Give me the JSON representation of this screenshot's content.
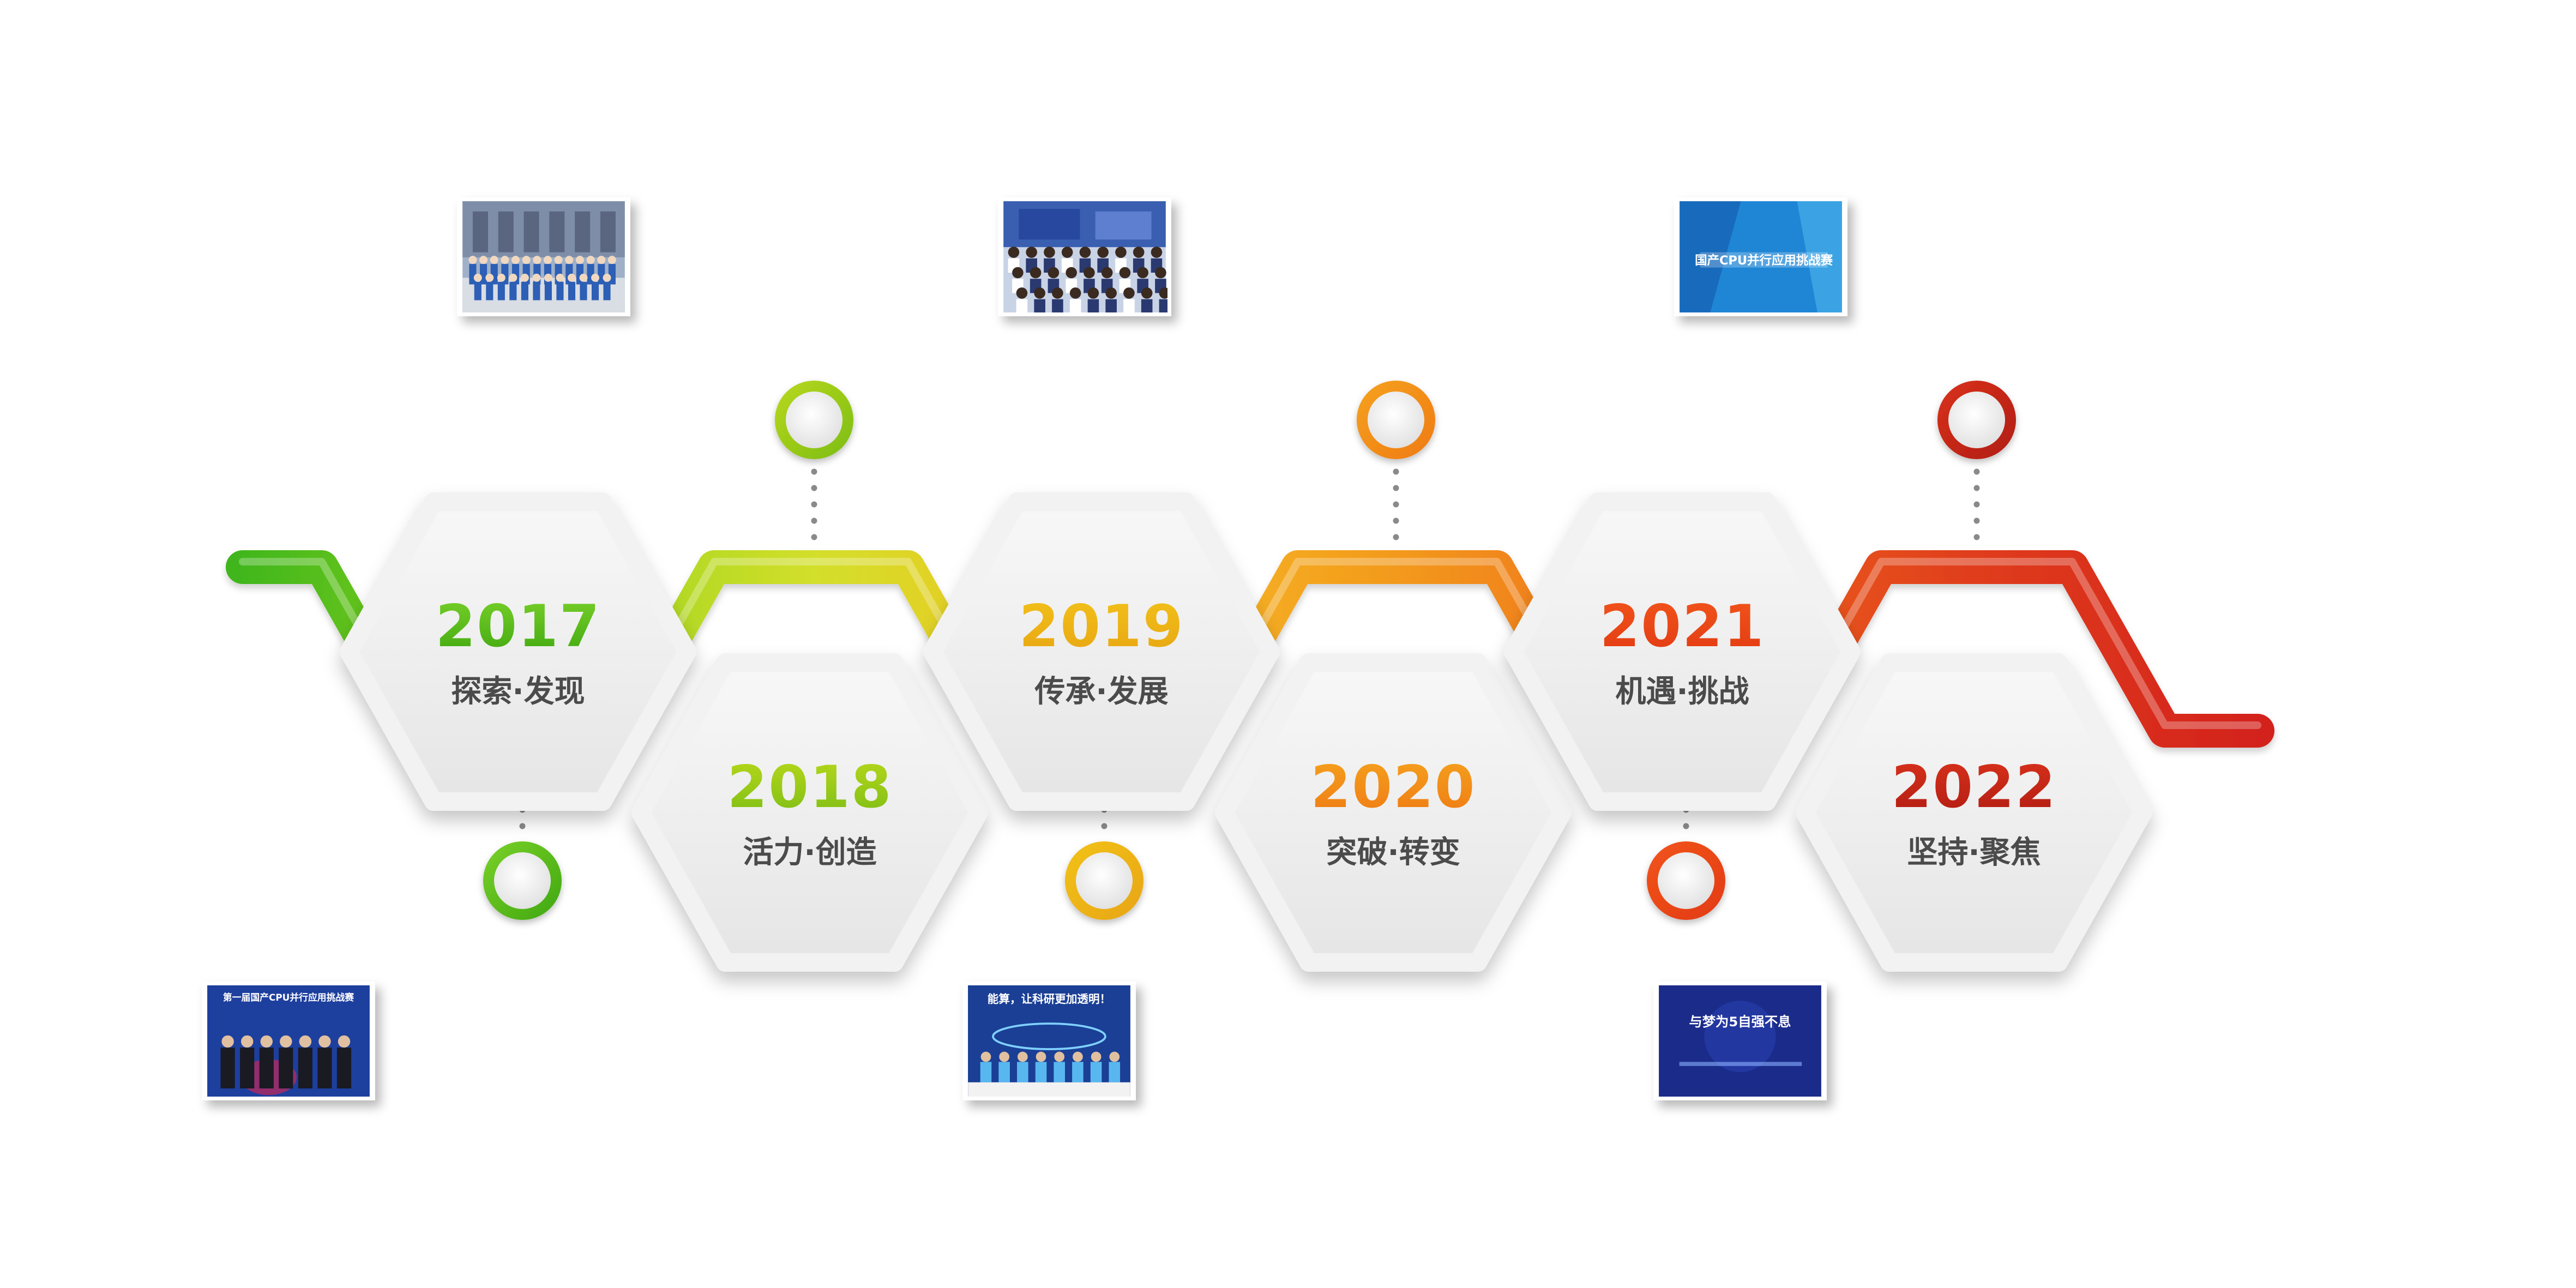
{
  "milestones": [
    {
      "year": "2017",
      "label": "探索·发现",
      "color_top": "#7ad12a",
      "color_bottom": "#3fa70f"
    },
    {
      "year": "2018",
      "label": "活力·创造",
      "color_top": "#b9d81c",
      "color_bottom": "#7bbd15"
    },
    {
      "year": "2019",
      "label": "传承·发展",
      "color_top": "#f2c21a",
      "color_bottom": "#e8a512"
    },
    {
      "year": "2020",
      "label": "突破·转变",
      "color_top": "#f5a21e",
      "color_bottom": "#ef7a14"
    },
    {
      "year": "2021",
      "label": "机遇·挑战",
      "color_top": "#f2551c",
      "color_bottom": "#e23a12"
    },
    {
      "year": "2022",
      "label": "坚持·聚焦",
      "color_top": "#d9321c",
      "color_bottom": "#b01c12"
    }
  ],
  "path_colors": [
    "#3fb61a",
    "#8fd21e",
    "#d3df2a",
    "#f5c023",
    "#f39a1e",
    "#ee6a1c",
    "#e03d1e",
    "#d3221c"
  ],
  "photos": [
    {
      "name": "photo-2017-team",
      "theme": "#2c5fb5",
      "bg": "#9fb0c8"
    },
    {
      "name": "photo-2018-ceremony",
      "theme": "#1a3a9c",
      "bg": "#1d3f9e",
      "caption": "第一届国产CPU并行应用挑战赛"
    },
    {
      "name": "photo-2019-audience",
      "theme": "#1e3d8f",
      "bg": "#c9d3e6"
    },
    {
      "name": "photo-2020-stage",
      "theme": "#1d5db5",
      "bg": "#1f4fa0",
      "caption": "能算，让科研更加透明！"
    },
    {
      "name": "photo-2021-banner",
      "theme": "#1d7ad0",
      "bg": "#2b9ee0",
      "caption": "国产CPU并行应用挑战赛"
    },
    {
      "name": "photo-2022-anniversary",
      "theme": "#ffffff",
      "bg": "#1b2b8a",
      "caption": "与梦为5自强不息"
    }
  ]
}
